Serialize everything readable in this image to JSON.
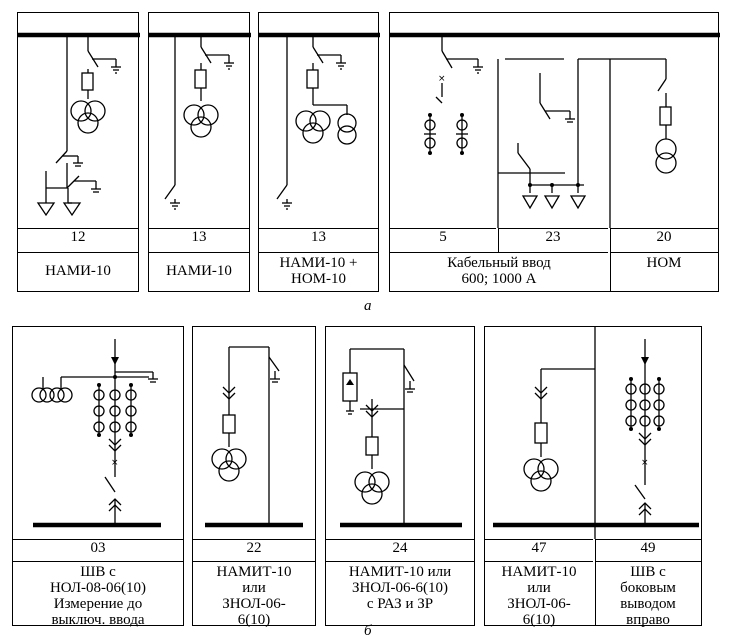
{
  "row_a": {
    "caption": "а",
    "panels": [
      {
        "id": "p12",
        "number": "12",
        "name": [
          "НАМИ-10"
        ]
      },
      {
        "id": "p13a",
        "number": "13",
        "name": [
          "НАМИ-10"
        ]
      },
      {
        "id": "p13b",
        "number": "13",
        "name": [
          "НАМИ-10 +",
          "НОМ-10"
        ]
      },
      {
        "id": "p5",
        "number": "5"
      },
      {
        "id": "p23",
        "number": "23"
      },
      {
        "id": "p5_23_name",
        "name": [
          "Кабельный ввод",
          "600; 1000 А"
        ]
      },
      {
        "id": "p20",
        "number": "20",
        "name": [
          "НОМ"
        ]
      }
    ]
  },
  "row_b": {
    "caption": "б",
    "panels": [
      {
        "id": "p03",
        "number": "03",
        "name": [
          "ШВ с",
          "НОЛ-08-06(10)",
          "Измерение до",
          "выключ. ввода"
        ]
      },
      {
        "id": "p22",
        "number": "22",
        "name": [
          "НАМИТ-10",
          "или",
          "ЗНОЛ-06-",
          "6(10)"
        ]
      },
      {
        "id": "p24",
        "number": "24",
        "name": [
          "НАМИТ-10 или",
          "ЗНОЛ-06-6(10)",
          "с РАЗ и ЗР"
        ]
      },
      {
        "id": "p47",
        "number": "47",
        "name": [
          "НАМИТ-10",
          "или",
          "ЗНОЛ-06-",
          "6(10)"
        ]
      },
      {
        "id": "p49",
        "number": "49",
        "name": [
          "ШВ с",
          "боковым",
          "выводом",
          "вправо"
        ]
      }
    ]
  }
}
